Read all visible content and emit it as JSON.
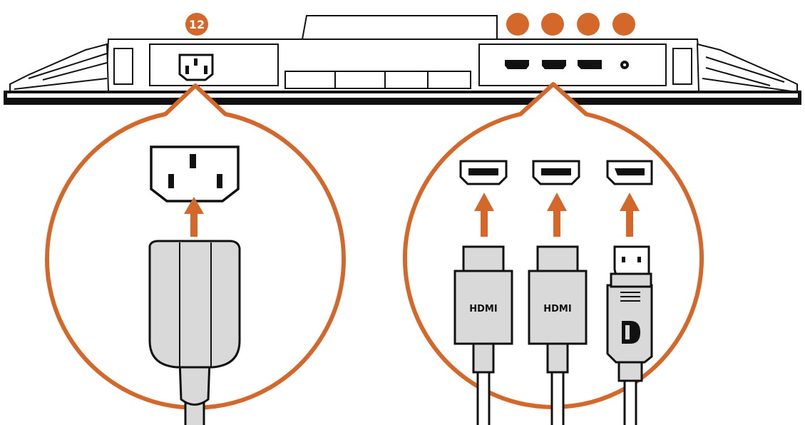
{
  "colors": {
    "accent": "#D4682B",
    "line": "#111111",
    "connector_fill": "#D9D9D9",
    "background": "#FFFFFF"
  },
  "callouts": {
    "power_number": "12",
    "video_numbers": [
      "",
      "",
      "",
      ""
    ]
  },
  "cables": {
    "hdmi_1_logo": "HDMI",
    "hdmi_2_logo": "HDMI",
    "displayport_logo": "D"
  },
  "icons": {
    "power_socket": "ac-inlet-icon",
    "hdmi_port": "hdmi-port-icon",
    "displayport_port": "displayport-port-icon",
    "audio_jack": "audio-jack-icon",
    "insert_arrow": "arrow-up-icon"
  }
}
